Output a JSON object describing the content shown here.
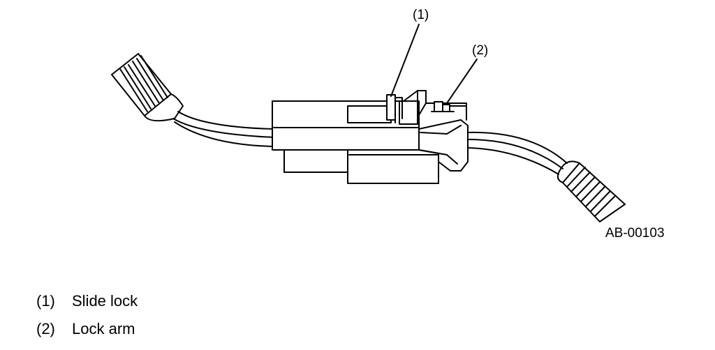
{
  "diagram": {
    "callouts": [
      {
        "id": "1",
        "label": "(1)"
      },
      {
        "id": "2",
        "label": "(2)"
      }
    ],
    "figure_id": "AB-00103"
  },
  "legend": {
    "items": [
      {
        "num": "(1)",
        "text": "Slide lock"
      },
      {
        "num": "(2)",
        "text": "Lock arm"
      }
    ]
  }
}
